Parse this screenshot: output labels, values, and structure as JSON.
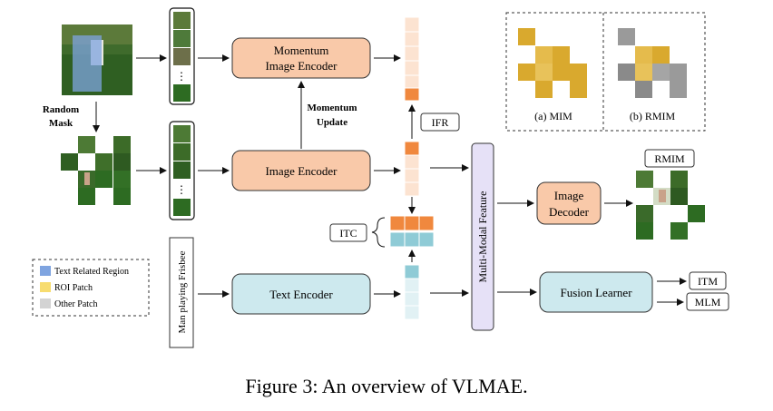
{
  "boxes": {
    "momentum_encoder_line1": "Momentum",
    "momentum_encoder_line2": "Image Encoder",
    "image_encoder": "Image Encoder",
    "text_encoder": "Text Encoder",
    "image_decoder_line1": "Image",
    "image_decoder_line2": "Decoder",
    "fusion_learner": "Fusion Learner",
    "multimodal_feature": "Multi-Modal Feature"
  },
  "labels": {
    "random_mask_line1": "Random",
    "random_mask_line2": "Mask",
    "momentum_update_line1": "Momentum",
    "momentum_update_line2": "Update",
    "ifr": "IFR",
    "itc": "ITC",
    "rmim": "RMIM",
    "itm": "ITM",
    "mlm": "MLM",
    "caption": "Man playing Frisbee",
    "vdots": "⋮"
  },
  "mim_panel": {
    "mim": "(a) MIM",
    "rmim": "(b) RMIM"
  },
  "legend": [
    {
      "label": "Text Related Region",
      "color": "#7fa4e0"
    },
    {
      "label": "ROI Patch",
      "color": "#f7dc6f"
    },
    {
      "label": "Other Patch",
      "color": "#d3d3d3"
    }
  ],
  "figure_caption": "Figure 3: An overview of VLMAE.",
  "colors": {
    "orange_box": "#f9c9a9",
    "blue_box": "#cde9ee",
    "lavender_box": "#e6e1f7",
    "orange_token": "#f0883e",
    "orange_token_light": "#fce3d1",
    "teal_token": "#8fcbd6",
    "teal_token_light": "#e1f1f4",
    "grass": "#2d6b22",
    "gold": "#d9a92e",
    "gray": "#9a9a9a"
  }
}
